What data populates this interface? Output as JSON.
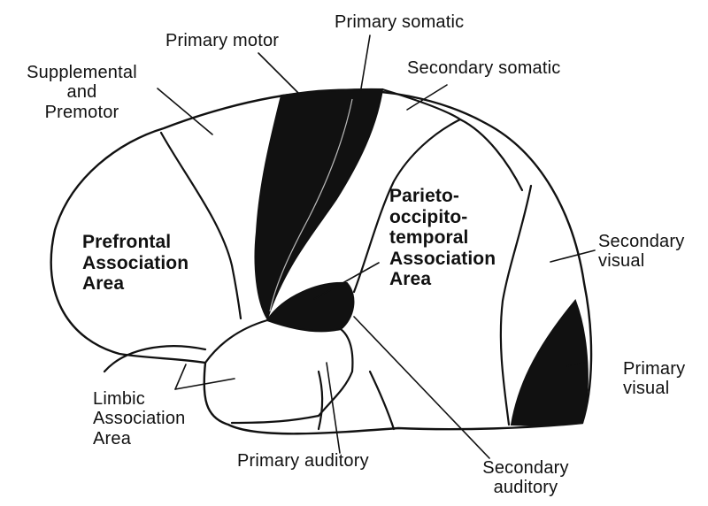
{
  "colors": {
    "background": "#ffffff",
    "ink": "#111111",
    "primary_region_fill": "#111111"
  },
  "labels": {
    "primary_motor": "Primary motor",
    "primary_somatic": "Primary somatic",
    "secondary_somatic": "Secondary somatic",
    "supplemental": [
      "Supplemental",
      "and",
      "Premotor"
    ],
    "prefrontal": [
      "Prefrontal",
      "Association",
      "Area"
    ],
    "parieto": [
      "Parieto-",
      "occipito-",
      "temporal",
      "Association",
      "Area"
    ],
    "secondary_visual": [
      "Secondary",
      "visual"
    ],
    "primary_visual": [
      "Primary",
      "visual"
    ],
    "limbic": [
      "Limbic",
      "Association",
      "Area"
    ],
    "primary_auditory": "Primary auditory",
    "secondary_auditory": [
      "Secondary",
      "auditory"
    ]
  }
}
